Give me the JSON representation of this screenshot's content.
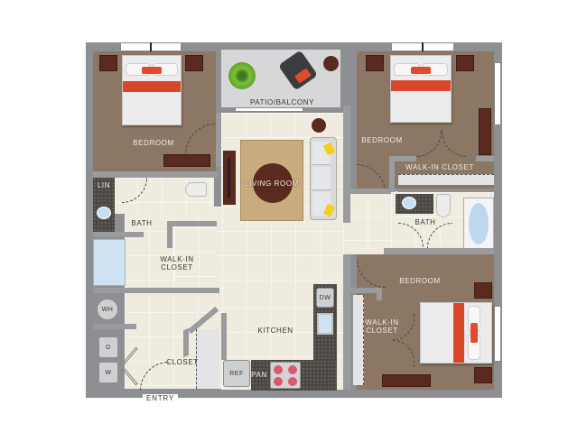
{
  "floorplan": {
    "colors": {
      "wall": "#9a9b9f",
      "bedroom_floor": "#8c7664",
      "tile_floor": "#efebdf",
      "patio_floor": "#d7d7d9",
      "granite": "#4b4743",
      "accent_red": "#e24a2b",
      "furniture_wood": "#5a2a1e",
      "pillow_yellow": "#f2cf1e",
      "water_blue": "#bcd7ee"
    },
    "rooms": {
      "bedroom_top_left": "BEDROOM",
      "patio": "PATIO/BALCONY",
      "bedroom_top_right": "BEDROOM",
      "walk_in_closet_top_right": "WALK-IN CLOSET",
      "living_room": "LIVING ROOM",
      "linen": "LIN",
      "bath_left": "BATH",
      "walk_in_closet_left": "WALK-IN\nCLOSET",
      "walk_in_closet_left_line1": "WALK-IN",
      "walk_in_closet_left_line2": "CLOSET",
      "bath_right": "BATH",
      "bedroom_bottom_right": "BEDROOM",
      "walk_in_closet_bottom_line1": "WALK-IN",
      "walk_in_closet_bottom_line2": "CLOSET",
      "kitchen": "KITCHEN",
      "closet_entry": "CLOSET",
      "entry": "ENTRY"
    },
    "appliances": {
      "water_heater": "WH",
      "dryer": "D",
      "washer": "W",
      "dishwasher": "DW",
      "refrigerator": "REF",
      "pantry": "PAN"
    }
  }
}
